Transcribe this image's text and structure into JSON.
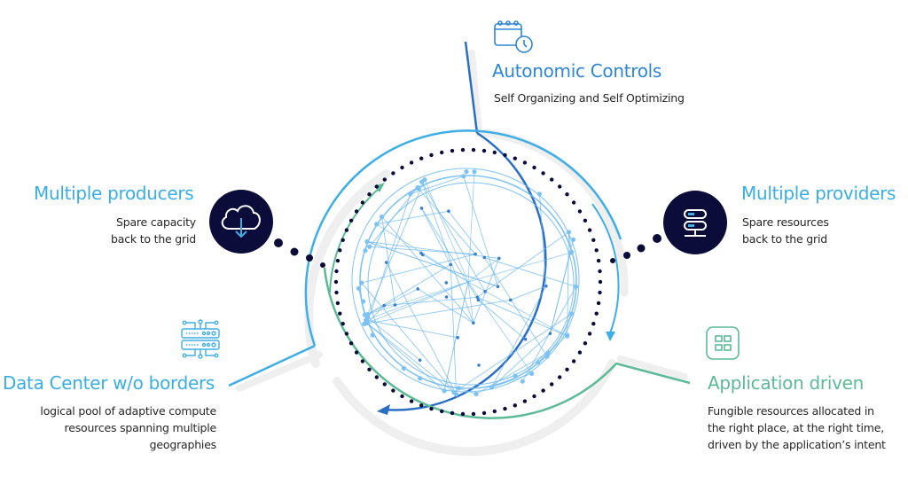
{
  "colors": {
    "light_blue": "#3eaee6",
    "mid_blue": "#2f86d5",
    "dark_blue": "#2a6fc4",
    "green": "#5dba96",
    "navy": "#0c0c3a",
    "network": "#6bb8f2",
    "shadow": "#eeeeee"
  },
  "features": {
    "autonomic": {
      "icon": "calendar-clock-icon",
      "title": "Autonomic Controls",
      "lines": [
        "Self Organizing and Self Optimizing"
      ]
    },
    "producers": {
      "icon": "cloud-download-icon",
      "title": "Multiple producers",
      "lines": [
        "Spare capacity",
        "back to the grid"
      ]
    },
    "providers": {
      "icon": "server-stack-icon",
      "title": "Multiple providers",
      "lines": [
        "Spare resources",
        "back to the grid"
      ]
    },
    "datacenter": {
      "icon": "server-rack-network-icon",
      "title": "Data Center w/o borders",
      "lines": [
        "logical pool of adaptive compute",
        "resources spanning multiple",
        "geographies"
      ]
    },
    "application": {
      "icon": "grid-apps-icon",
      "title": "Application driven",
      "lines": [
        "Fungible resources allocated in",
        "the right place, at the right time,",
        "driven by the application’s intent"
      ]
    }
  }
}
